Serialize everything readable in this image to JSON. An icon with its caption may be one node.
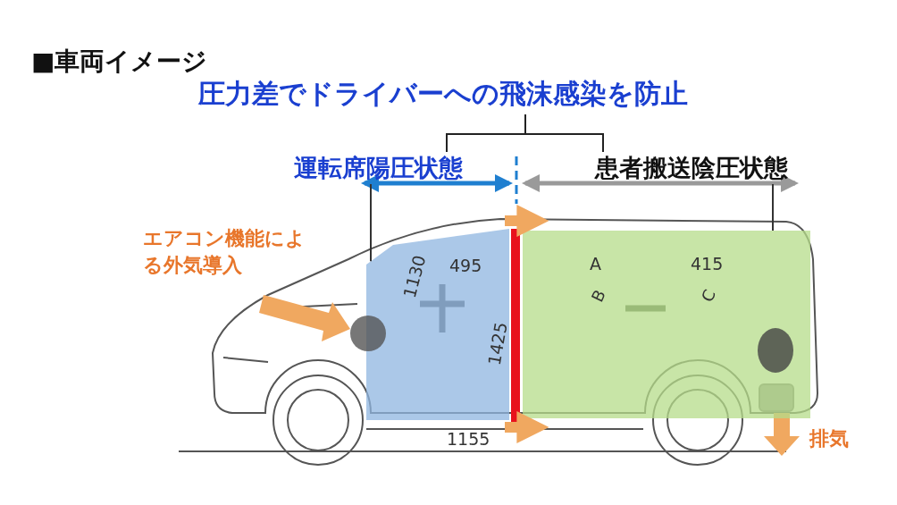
{
  "diagram": {
    "title": "■車両イメージ",
    "nodes": [
      {
        "text": [
          "運転席陽圧状態"
        ]
      },
      {
        "text": [
          "患者搬送陰圧状態"
        ]
      },
      {
        "text": [],
        "shape": "box"
      },
      {
        "text": [],
        "shape": "box"
      }
    ],
    "edges": [
      {
        "from": 0,
        "to": 2,
        "arrow": "none"
      },
      {
        "from": 1,
        "to": 3,
        "arrow": "none"
      },
      {
        "from": 2,
        "to": 3,
        "arrow": "to",
        "style": "thick",
        "color": "#f0a860"
      },
      {
        "from": 2,
        "to": 3,
        "arrow": "to",
        "style": "thick",
        "color": "#f0a860"
      }
    ],
    "labels": [
      "圧力差でドライバーへの飛沫感染を防止",
      "エアコン機能による外気導入",
      "1130",
      "495",
      "1425",
      "A",
      "B",
      "415",
      "C",
      "1155",
      "排気"
    ]
  }
}
